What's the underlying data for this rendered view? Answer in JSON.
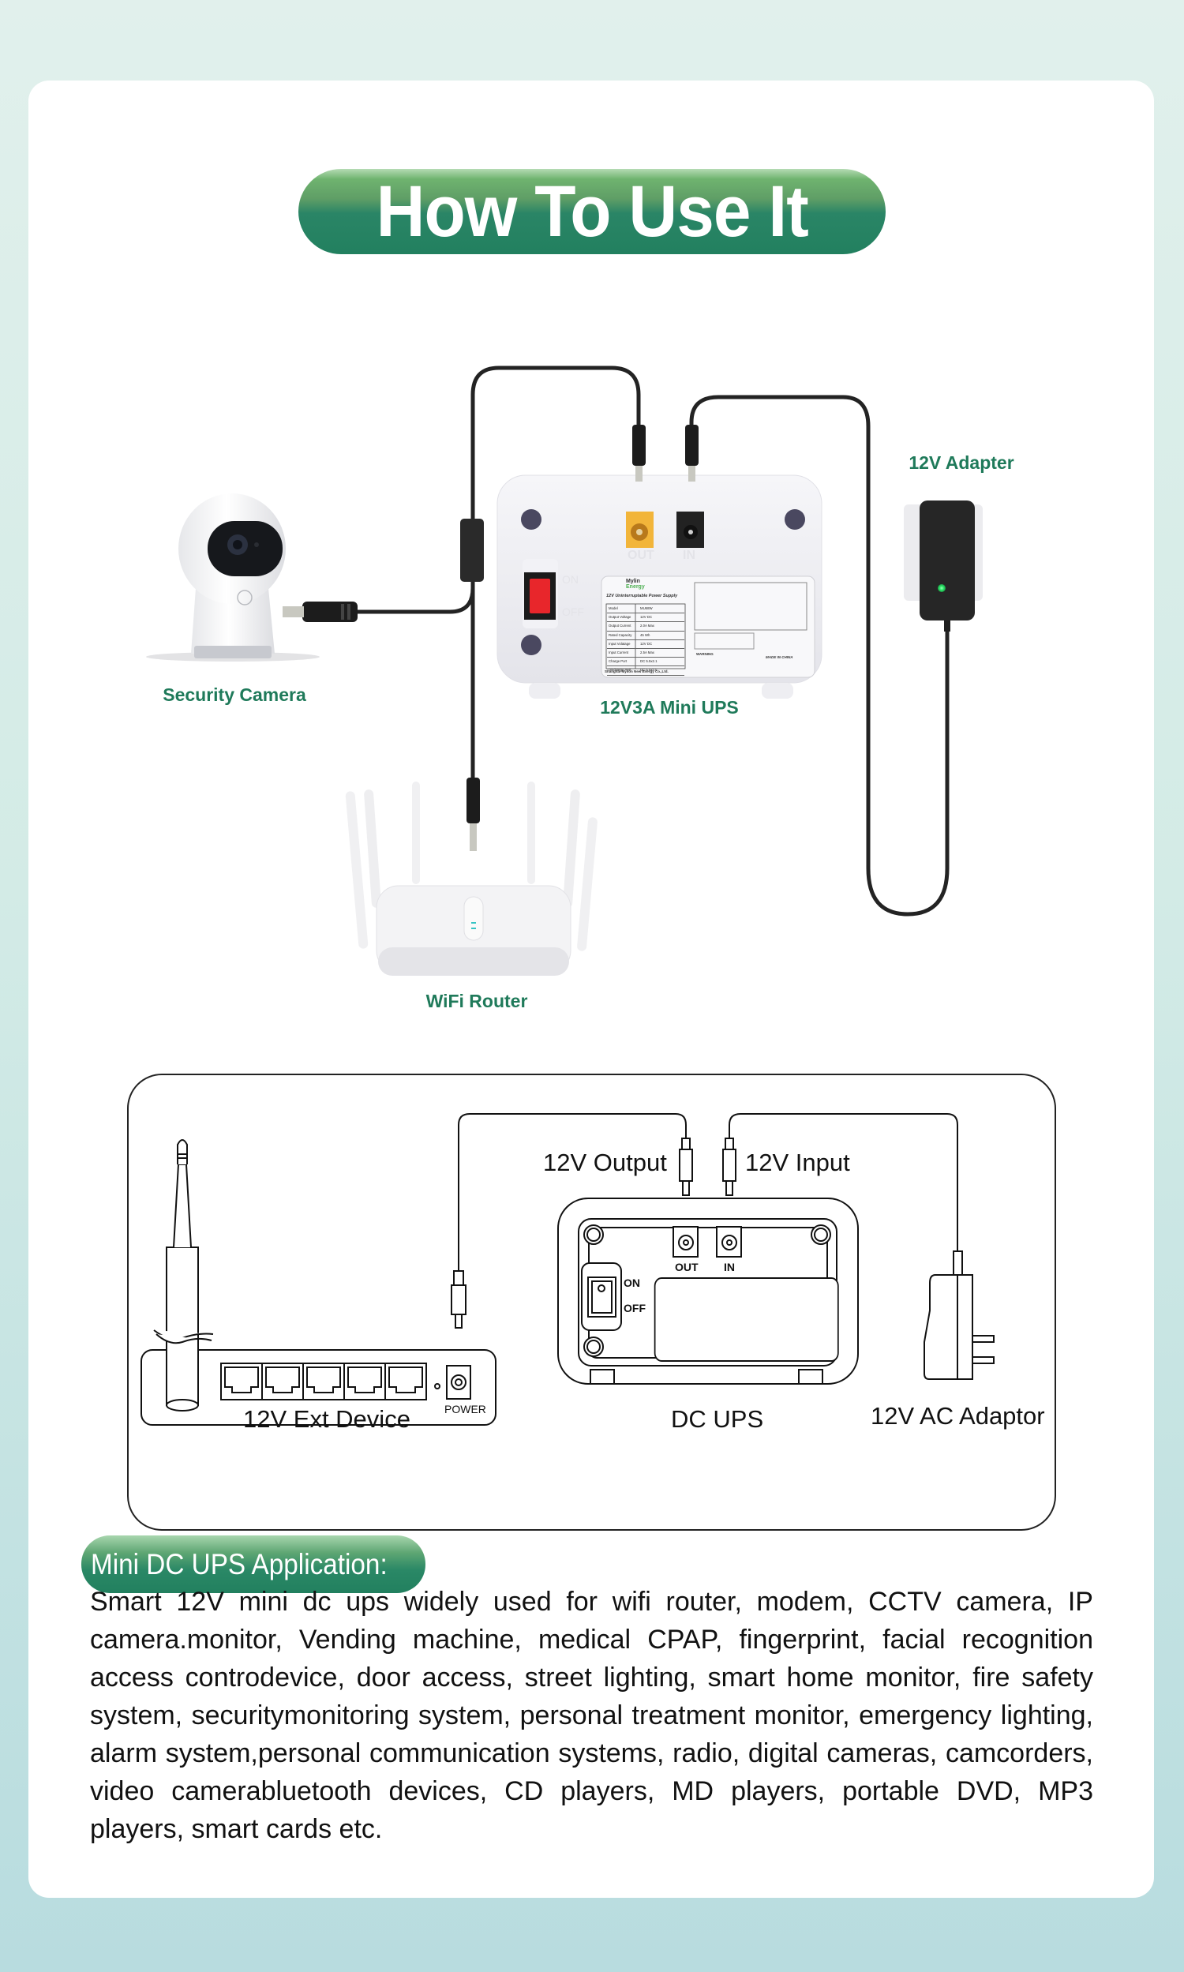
{
  "page": {
    "title": "How To Use It",
    "colors": {
      "accent_green": "#22805f",
      "label_green": "#1f7a5a",
      "background_top": "#e1f0ec",
      "background_bottom": "#b8dcdf",
      "adapter_led": "#2ee86a",
      "switch_red": "#e8262b",
      "out_port_yellow": "#f2b53a"
    }
  },
  "photo_diagram": {
    "labels": {
      "camera": "Security Camera",
      "ups": "12V3A Mini UPS",
      "adapter": "12V Adapter",
      "router": "WiFi Router"
    },
    "ups_device": {
      "port_out": "OUT",
      "port_in": "IN",
      "switch_on": "ON",
      "switch_off": "OFF",
      "brand_line1": "Mylin",
      "brand_line2": "Energy",
      "product_name": "12V Uninterruptable Power Supply",
      "specs": [
        {
          "k": "Model",
          "v": "MU68W"
        },
        {
          "k": "Output Voltage",
          "v": "12V DC"
        },
        {
          "k": "Output Current",
          "v": "2.0A Max"
        },
        {
          "k": "Rated Capacity",
          "v": "45 Wh"
        },
        {
          "k": "Input Volatage",
          "v": "12V DC"
        },
        {
          "k": "Input Current",
          "v": "2.5A Max"
        },
        {
          "k": "Charge Port",
          "v": "DC 5.5x2.1"
        },
        {
          "k": "Discharge Port",
          "v": "DC 5.5x2.5"
        }
      ],
      "manufacturer": "Shanghai Mylion New Energy Co.,Ltd.",
      "warning_title": "WARNING",
      "made_in": "MADE IN CHINA"
    }
  },
  "line_diagram": {
    "labels": {
      "ext_device": "12V Ext Device",
      "dc_ups": "DC UPS",
      "ac_adaptor": "12V AC Adaptor",
      "output": "12V Output",
      "input": "12V Input"
    },
    "router_power_label": "POWER",
    "router_port_count": 5,
    "ups_port_out": "OUT",
    "ups_port_in": "IN",
    "switch_on": "ON",
    "switch_off": "OFF"
  },
  "application": {
    "heading": "Mini DC UPS Application:",
    "body": "Smart 12V mini dc ups widely used for wifi router, modem, CCTV camera, IP camera.monitor, Vending machine, medical CPAP, fingerprint, facial recognition access controdevice, door access, street lighting, smart home monitor, fire safety system, securitymonitoring system, personal treatment monitor, emergency lighting, alarm system,personal communication systems, radio, digital cameras, camcorders, video camerabluetooth devices, CD players, MD players, portable DVD, MP3 players, smart cards etc."
  }
}
